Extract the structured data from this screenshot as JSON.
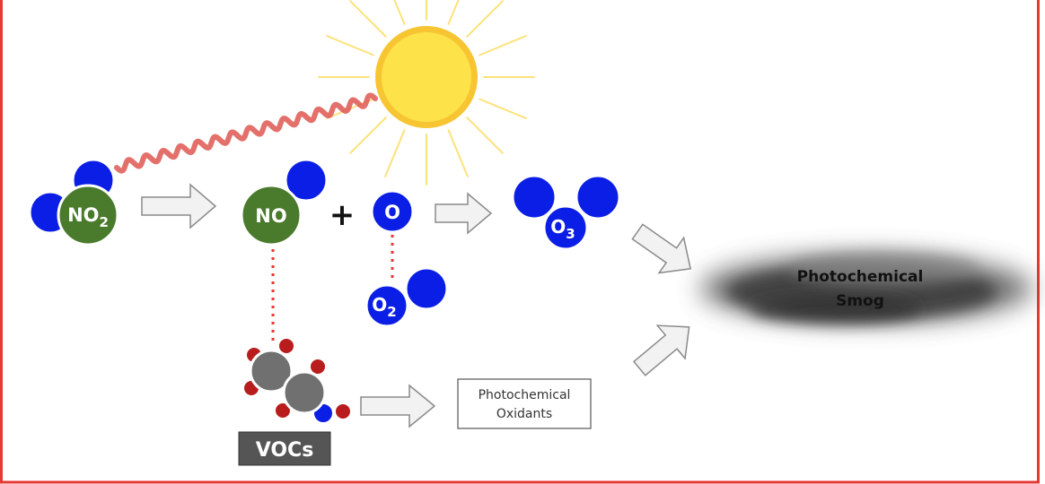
{
  "colors": {
    "frame": "#e53935",
    "nitrogen": "#4a7a2c",
    "oxygen": "#0b1ee6",
    "sun_core": "#fde24a",
    "sun_rim": "#f7c531",
    "sun_ray": "#fde27a",
    "light_wave": "#e0605a",
    "carbon": "#707070",
    "voc_red": "#b81c1c",
    "arrow_fill": "#f2f2f2",
    "arrow_stroke": "#8a8a8a",
    "dotted_link": "#e53935",
    "voc_label_bg": "#555555",
    "smog": "#3a3a3a"
  },
  "icons": [
    "sun-icon",
    "light-wave-icon",
    "molecule-icon",
    "plus-icon",
    "arrow-icon",
    "smog-cloud-icon"
  ],
  "molecules": {
    "no2": {
      "main": "NO",
      "sub": "2"
    },
    "no": {
      "main": "NO"
    },
    "o": {
      "main": "O"
    },
    "o2": {
      "main": "O",
      "sub": "2"
    },
    "o3": {
      "main": "O",
      "sub": "3"
    }
  },
  "plus": "+",
  "vocs_label": "VOCs",
  "oxidants_box": {
    "line1": "Photochemical",
    "line2": "Oxidants"
  },
  "smog": {
    "line1": "Photochemical",
    "line2": "Smog"
  }
}
